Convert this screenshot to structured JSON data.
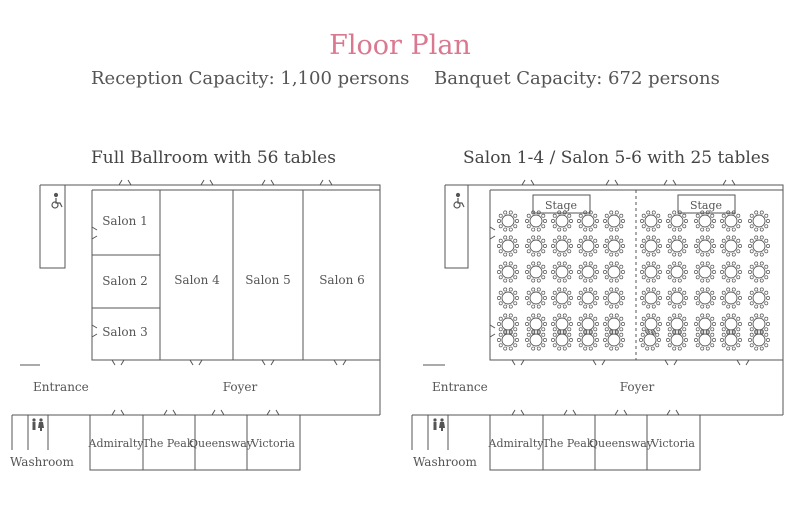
{
  "header": {
    "title": "Floor Plan",
    "reception_capacity": "Reception Capacity: 1,100 persons",
    "banquet_capacity": "Banquet Capacity: 672 persons"
  },
  "left_plan": {
    "title": "Full Ballroom with 56 tables",
    "salons": [
      "Salon 1",
      "Salon 2",
      "Salon 3",
      "Salon 4",
      "Salon 5",
      "Salon 6"
    ],
    "areas": {
      "entrance": "Entrance",
      "foyer": "Foyer",
      "washroom": "Washroom"
    },
    "meeting_rooms": [
      "Admiralty",
      "The Peak",
      "Queensway",
      "Victoria"
    ]
  },
  "right_plan": {
    "title": "Salon 1-4 / Salon 5-6 with 25 tables",
    "stages": [
      "Stage",
      "Stage"
    ],
    "areas": {
      "entrance": "Entrance",
      "foyer": "Foyer",
      "washroom": "Washroom"
    },
    "meeting_rooms": [
      "Admiralty",
      "The Peak",
      "Queensway",
      "Victoria"
    ],
    "tables_left_section": 25,
    "tables_right_section": 25
  },
  "colors": {
    "title": "#d9788f",
    "lines": "#555555",
    "text": "#555555"
  },
  "icons": [
    "wheelchair-icon",
    "restroom-icon",
    "door-icon",
    "round-table-icon"
  ]
}
